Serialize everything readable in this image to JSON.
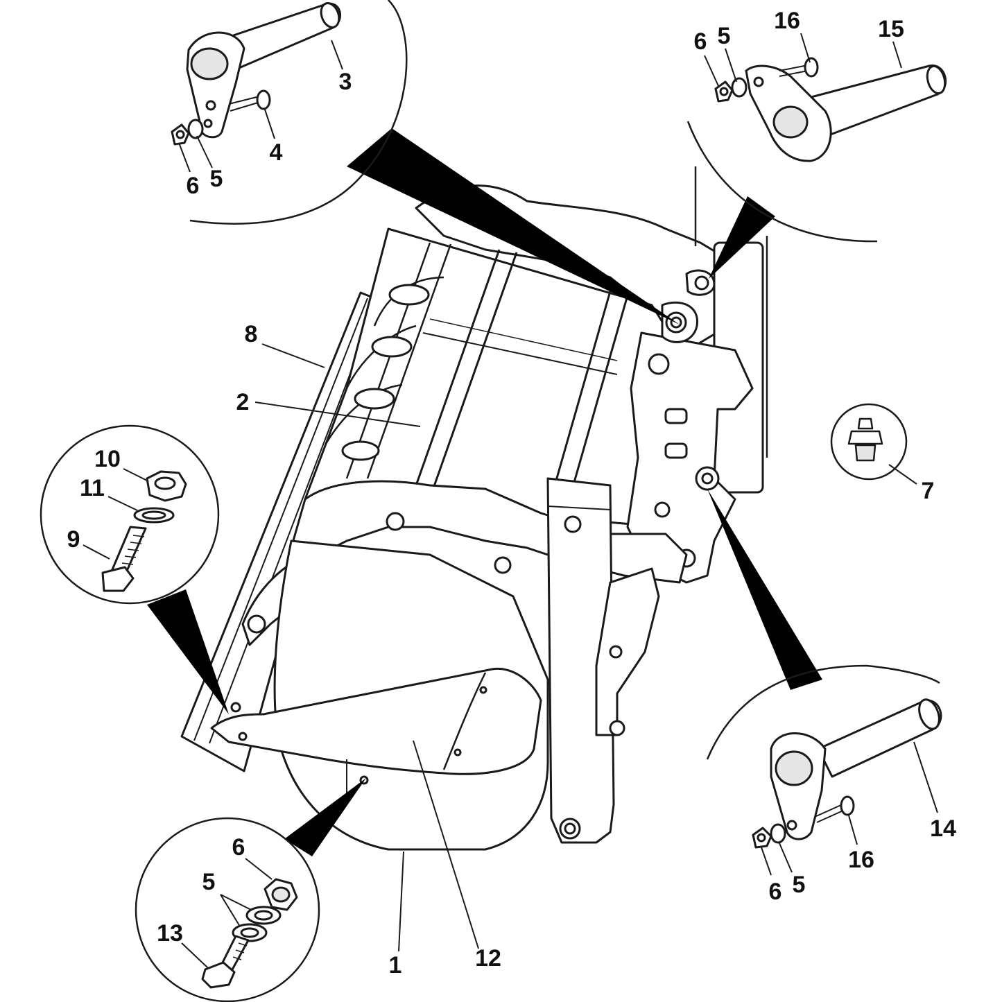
{
  "colors": {
    "line": "#1a1a1a",
    "fill": "#ffffff",
    "shade": "#e6e6e6",
    "pointer": "#000000"
  },
  "callouts": {
    "c1": "1",
    "c2": "2",
    "c3": "3",
    "c4": "4",
    "c5_top": "5",
    "c6_top": "6",
    "c5_tr": "5",
    "c6_tr": "6",
    "c16_tr": "16",
    "c15": "15",
    "c7": "7",
    "c8": "8",
    "c9": "9",
    "c10": "10",
    "c11": "11",
    "c12": "12",
    "c13": "13",
    "c5_bl": "5",
    "c6_bl": "6",
    "c14": "14",
    "c16_br": "16",
    "c5_br": "5",
    "c6_br": "6"
  }
}
